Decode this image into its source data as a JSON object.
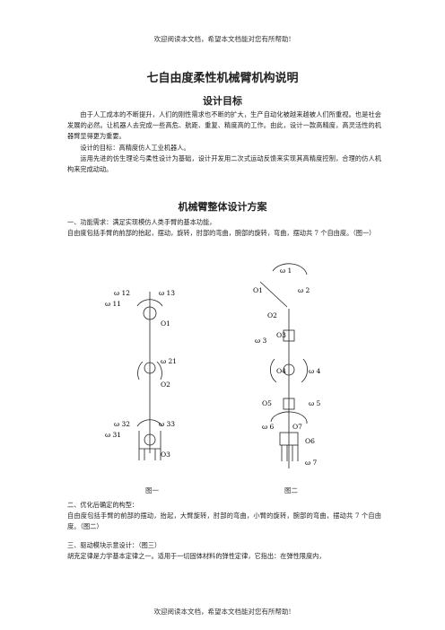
{
  "header_text": "欢迎阅读本文档，希望本文档能对您有所帮助!",
  "footer_text": "欢迎阅读本文档，希望本文档能对您有所帮助!",
  "title": "七自由度柔性机械臂机构说明",
  "section1": {
    "heading": "设计目标",
    "paragraphs": [
      "由于人工成本的不断提升，人们的刚性需求也不断的扩大，生产自动化被越来越被人们所重视。也是社会发展的必然。让机器人去完成一些高危、航距、重复、精度高的工作。由此，设计一款高精度，高灵活性的机器臂显得更为重要。",
      "设计的目标：高精度仿人工业机器人。",
      "运用先进的仿生理论与柔性设计为基础，设计开发用二次式运动反馈来实现其高精度控制，合理的仿人机构来完成动动。"
    ]
  },
  "section2": {
    "heading": "机械臂整体设计方案",
    "lines": [
      "一、功能需求：满足实现模仿人类手臂的基本功能，",
      "自由度包括手臂的前部的抬起，摆动，旋转，肘部的弯曲，腕部的旋转，弯曲，摆动共 7 个自由度。（图一）"
    ],
    "optimized": [
      "二、优化后确定的构型：",
      "自由度包括手臂的前部的摆动，抬起，大臂旋转，肘部的弯曲，小臂的旋转，腕部的弯曲，摆动共 7 个自由度。（图二）"
    ],
    "drive": [
      "三、驱动模块示意设计：（图三）",
      "胡克定律是力学基本定律之一。适用于一切固体材料的弹性定律，它指出：在弹性限度内，"
    ]
  },
  "figure1": {
    "caption": "图一",
    "labels": {
      "w12": "ω 12",
      "w13": "ω 13",
      "w11": "ω 11",
      "o1": "O1",
      "w21": "ω 21",
      "o2": "O2",
      "w32": "ω 32",
      "w33": "ω 33",
      "w31": "ω 31",
      "o3": "O3"
    }
  },
  "figure2": {
    "caption": "图二",
    "labels": {
      "w1": "ω 1",
      "o1": "O1",
      "w2": "ω 2",
      "o2": "O2",
      "w3": "ω 3",
      "o3": "O3",
      "o4": "O4",
      "w4": "ω 4",
      "o5": "O5",
      "w5": "ω 5",
      "w6": "ω 6",
      "o7": "O7",
      "o6": "O6",
      "w7": "ω 7"
    }
  }
}
